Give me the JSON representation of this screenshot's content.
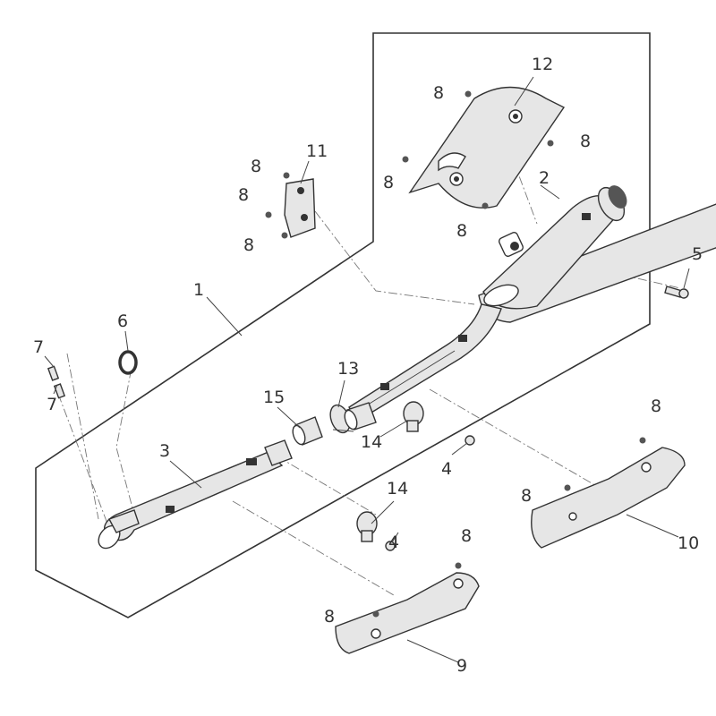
{
  "diagram": {
    "type": "exploded parts diagram (exhaust system)",
    "callouts": [
      "12",
      "8",
      "8",
      "8",
      "8",
      "2",
      "11",
      "8",
      "8",
      "8",
      "5",
      "1",
      "6",
      "7",
      "7",
      "13",
      "15",
      "14",
      "3",
      "4",
      "8",
      "8",
      "14",
      "4",
      "10",
      "8",
      "8",
      "9"
    ]
  }
}
